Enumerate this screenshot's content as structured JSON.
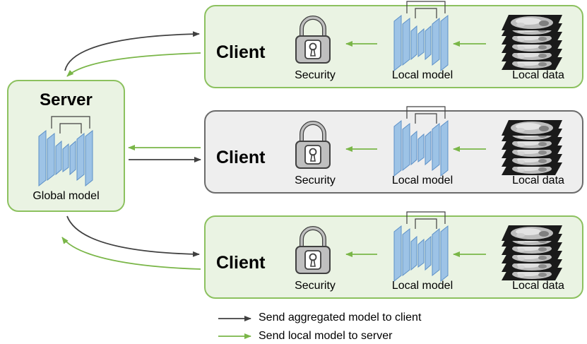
{
  "server": {
    "title": "Server",
    "model_label": "Global model"
  },
  "clients": [
    {
      "title": "Client",
      "security_label": "Security",
      "model_label": "Local model",
      "data_label": "Local data",
      "state": "active"
    },
    {
      "title": "Client",
      "security_label": "Security",
      "model_label": "Local model",
      "data_label": "Local data",
      "state": "inactive"
    },
    {
      "title": "Client",
      "security_label": "Security",
      "model_label": "Local model",
      "data_label": "Local data",
      "state": "active"
    }
  ],
  "legend": {
    "send_to_client": "Send aggregated model to client",
    "send_to_server": "Send local model to server"
  },
  "colors": {
    "green": "#7ab648",
    "green_fill": "#eaf3e3",
    "dark_arrow": "#404040",
    "gray_fill": "#eeeeee",
    "model_blue": "#9dc3e6",
    "model_blue_dark": "#5b8fc7"
  },
  "icons": [
    "lock-icon",
    "neural-network-icon",
    "mri-slice-stack-icon"
  ]
}
